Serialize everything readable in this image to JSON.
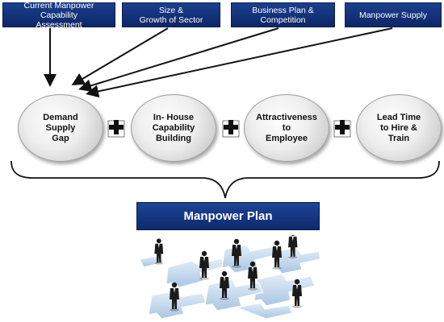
{
  "inputs": [
    {
      "label": "Current Manpower Capability\nAssessment"
    },
    {
      "label": "Size &\nGrowth of Sector"
    },
    {
      "label": "Business Plan &\nCompetition"
    },
    {
      "label": "Manpower Supply"
    }
  ],
  "factors": [
    {
      "label": "Demand\nSupply\nGap"
    },
    {
      "label": "In- House\nCapability\nBuilding"
    },
    {
      "label": "Attractiveness\nto\nEmployee"
    },
    {
      "label": "Lead Time\nto Hire &\nTrain"
    }
  ],
  "operator": "+",
  "output": {
    "label": "Manpower Plan"
  },
  "colors": {
    "box_blue": "#12307a",
    "arrow": "#111111",
    "puzzle": "#bcd3ea"
  },
  "icons": {
    "operator": "plus-icon",
    "illustration": "people-on-puzzle-illustration"
  }
}
